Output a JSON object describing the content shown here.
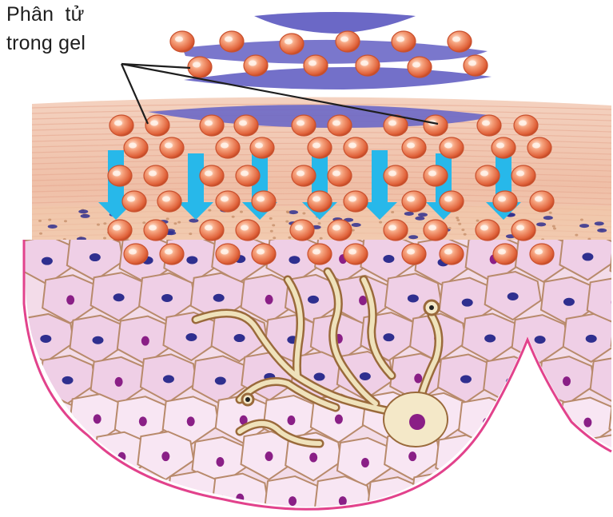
{
  "label": {
    "line1": "Phân  tử",
    "line2": "trong gel"
  },
  "colors": {
    "epidermis": "#f2cdb8",
    "epidermis_stripe": "#e7ad97",
    "arrow": "#27b8ea",
    "gel_arc": "#6b68c6",
    "molecule_edge": "#c9512e",
    "molecule_core": "#f6a37e",
    "cell_fill": "#f1d3ea",
    "cell_border": "#b88a6b",
    "basal_fill": "#f8e6f3",
    "basal_border": "#e2428c",
    "nucleus": "#2f2f8f",
    "nucleus_purple": "#8a1f86",
    "gland": "#e9d8a7"
  },
  "icons": {
    "molecule": "sphere",
    "arrow": "arrow-down"
  }
}
